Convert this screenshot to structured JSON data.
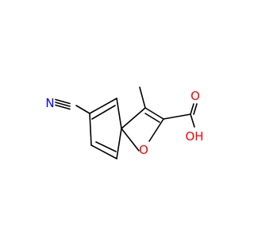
{
  "molecule": {
    "atoms": {
      "nitrogen": {
        "symbol": "N",
        "color": "#0000ff"
      },
      "ring_oxygen": {
        "symbol": "O",
        "color": "#ff0000"
      },
      "carbonyl_oxygen": {
        "symbol": "O",
        "color": "#ff0000"
      },
      "hydroxyl": {
        "symbol": "OH",
        "color": "#ff0000"
      }
    },
    "bond_color": "#000000"
  }
}
